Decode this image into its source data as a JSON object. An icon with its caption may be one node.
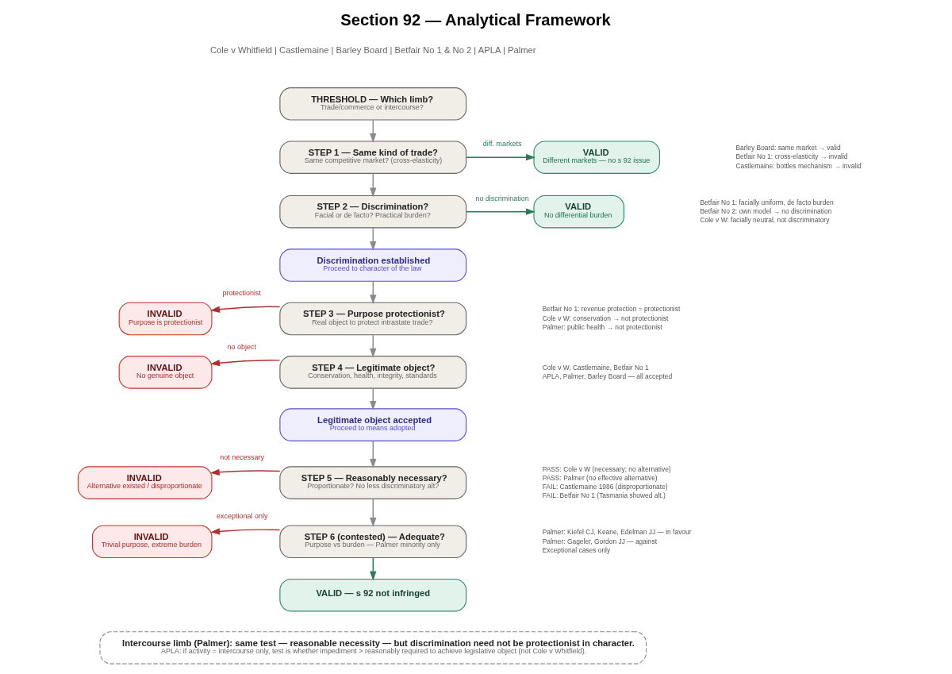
{
  "diagram": {
    "title": "Section 92 — Analytical Framework",
    "nodes": [
      {
        "text": [
          "THRESHOLD — Which limb?",
          "Trade/commerce or intercourse?"
        ]
      },
      {
        "text": [
          "STEP 1 — Same kind of trade?",
          "Same competitive market? (cross-elasticity)"
        ],
        "beside": [
          "Barley Board: same market → valid",
          "Betfair No 1: cross-elasticity → invalid",
          "Castlemaine: bottles mechanism → invalid"
        ]
      },
      {
        "text": [
          "VALID",
          "Different markets — no s 92 issue"
        ]
      },
      {
        "text": [
          "STEP 2 — Discrimination?",
          "Facial or de facto? Practical burden?"
        ],
        "beside": [
          "Betfair No 1: facially uniform, de facto burden",
          "Betfair No 2: own model → no discrimination",
          "Cole v W: facially neutral, not discriminatory"
        ]
      },
      {
        "text": [
          "VALID",
          "No differential burden"
        ]
      },
      {
        "text": [
          "Discrimination established",
          "Proceed to character of the law"
        ]
      },
      {
        "text": [
          "STEP 3 — Purpose protectionist?",
          "Real object to protect intrastate trade?"
        ],
        "beside": [
          "Betfair No 1: revenue protection = protectionist",
          "Cole v W: conservation → not protectionist",
          "Palmer: public health → not protectionist"
        ]
      },
      {
        "text": [
          "INVALID",
          "Purpose is protectionist"
        ]
      },
      {
        "text": [
          "STEP 4 — Legitimate object?",
          "Conservation, health, integrity, standards"
        ],
        "beside": [
          "Cole v W, Castlemaine, Betfair No 1",
          "APLA, Palmer, Barley Board — all accepted"
        ]
      },
      {
        "text": [
          "INVALID",
          "No genuine object"
        ]
      },
      {
        "text": [
          "Legitimate object accepted",
          "Proceed to means adopted"
        ]
      },
      {
        "text": [
          "STEP 5 — Reasonably necessary?",
          "Proportionate? No less discriminatory alt?"
        ],
        "beside": [
          "PASS: Cole v W (necessary; no alternative)",
          "PASS: Palmer (no effective alternative)",
          "FAIL: Castlemaine 1986 (disproportionate)",
          "FAIL: Betfair No 1 (Tasmania showed alt.)"
        ]
      },
      {
        "text": [
          "INVALID",
          "Alternative existed / disproportionate"
        ]
      },
      {
        "text": [
          "STEP 6 (contested) — Adequate?",
          "Purpose vs burden — Palmer minority only"
        ],
        "beside": [
          "Palmer: Kiefel CJ, Keane, Edelman JJ — in favour",
          "Palmer: Gageler, Gordon JJ — against",
          "Exceptional cases only"
        ]
      },
      {
        "text": [
          "INVALID",
          "Trivial purpose, extreme burden"
        ]
      },
      {
        "text": [
          "VALID — s 92 not infringed"
        ]
      },
      {
        "text": [
          "Intercourse limb (Palmer): same test — reasonable necessity — but discrimination need not be protectionist in character.",
          "APLA: if activity = intercourse only, test is whether impediment > reasonably required to achieve legislative object (not Cole v Whitfield)."
        ]
      }
    ],
    "edges": [
      {
        "from": 0,
        "to": 1,
        "arrow": "to"
      },
      {
        "from": 1,
        "to": 2,
        "arrow": "to",
        "label": "diff. markets",
        "color": "#2a7a5e"
      },
      {
        "from": 1,
        "to": 3,
        "arrow": "to"
      },
      {
        "from": 3,
        "to": 4,
        "arrow": "to",
        "label": "no discrimination",
        "color": "#2a7a5e"
      },
      {
        "from": 3,
        "to": 5,
        "arrow": "to"
      },
      {
        "from": 5,
        "to": 6,
        "arrow": "to"
      },
      {
        "from": 6,
        "to": 7,
        "arrow": "to",
        "label": "protectionist",
        "color": "#b03030"
      },
      {
        "from": 6,
        "to": 8,
        "arrow": "to"
      },
      {
        "from": 8,
        "to": 9,
        "arrow": "to",
        "label": "no object",
        "color": "#b03030"
      },
      {
        "from": 8,
        "to": 10,
        "arrow": "to"
      },
      {
        "from": 10,
        "to": 11,
        "arrow": "to"
      },
      {
        "from": 11,
        "to": 12,
        "arrow": "to",
        "label": "not necessary",
        "color": "#b03030"
      },
      {
        "from": 11,
        "to": 13,
        "arrow": "to"
      },
      {
        "from": 13,
        "to": 14,
        "arrow": "to",
        "label": "exceptional only",
        "color": "#b03030"
      },
      {
        "from": 13,
        "to": 15,
        "arrow": "to",
        "color": "#2a7a5e"
      }
    ],
    "labels": [
      "Cole v Whitfield | Castlemaine | Barley Board | Betfair No 1 & No 2 | APLA | Palmer"
    ]
  }
}
